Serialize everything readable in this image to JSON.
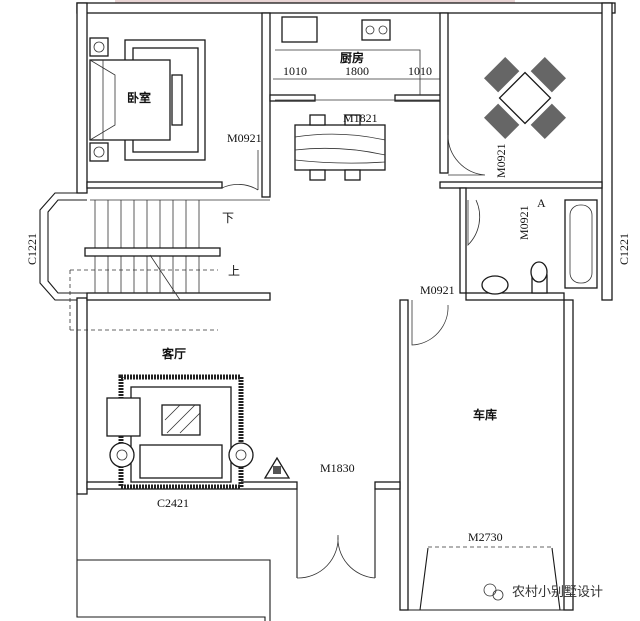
{
  "rooms": {
    "bedroom": "卧室",
    "kitchen": "厨房",
    "living_room": "客厅",
    "garage": "车库"
  },
  "dimensions": [
    "1010",
    "1800",
    "1010"
  ],
  "doors": {
    "kitchen_door": "M1821",
    "bedroom_door": "M0921",
    "dining_door": "M0921",
    "bathroom_door": "M0921",
    "garage_side_door": "M0921",
    "main_door": "M1830",
    "garage_door": "M2730"
  },
  "windows": {
    "stair_window": "C1221",
    "bath_window": "C1221",
    "living_window": "C2421"
  },
  "stairs": {
    "down": "下",
    "up": "上"
  },
  "marker": "A",
  "watermark": {
    "icon": "wechat-icon",
    "text": "农村小别墅设计"
  }
}
